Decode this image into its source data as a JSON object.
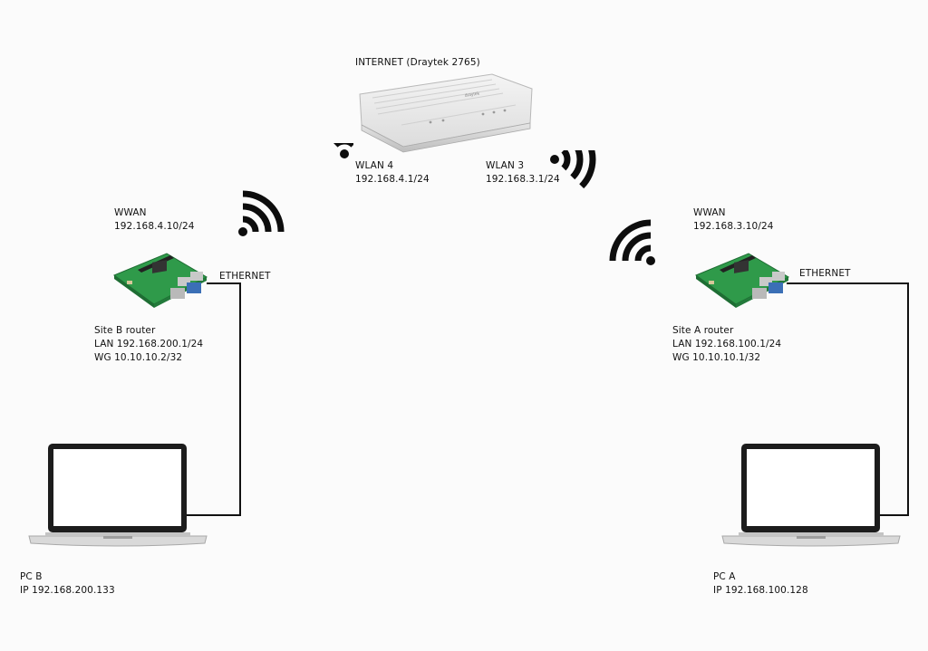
{
  "router": {
    "title": "INTERNET (Draytek 2765)"
  },
  "wlan4": {
    "name": "WLAN 4",
    "subnet": "192.168.4.1/24"
  },
  "wlan3": {
    "name": "WLAN 3",
    "subnet": "192.168.3.1/24"
  },
  "site_b": {
    "wwan_label": "WWAN",
    "wwan_ip": "192.168.4.10/24",
    "eth_label": "ETHERNET",
    "router_name": "Site B router",
    "lan": "LAN 192.168.200.1/24",
    "wg": "WG 10.10.10.2/32"
  },
  "site_a": {
    "wwan_label": "WWAN",
    "wwan_ip": "192.168.3.10/24",
    "eth_label": "ETHERNET",
    "router_name": "Site A router",
    "lan": "LAN 192.168.100.1/24",
    "wg": "WG 10.10.10.1/32"
  },
  "pc_b": {
    "name": "PC B",
    "ip": "IP 192.168.200.133"
  },
  "pc_a": {
    "name": "PC A",
    "ip": "IP 192.168.100.128"
  },
  "colors": {
    "line": "#111111",
    "board": "#2f9a4a",
    "signal": "#0d0d0d"
  }
}
